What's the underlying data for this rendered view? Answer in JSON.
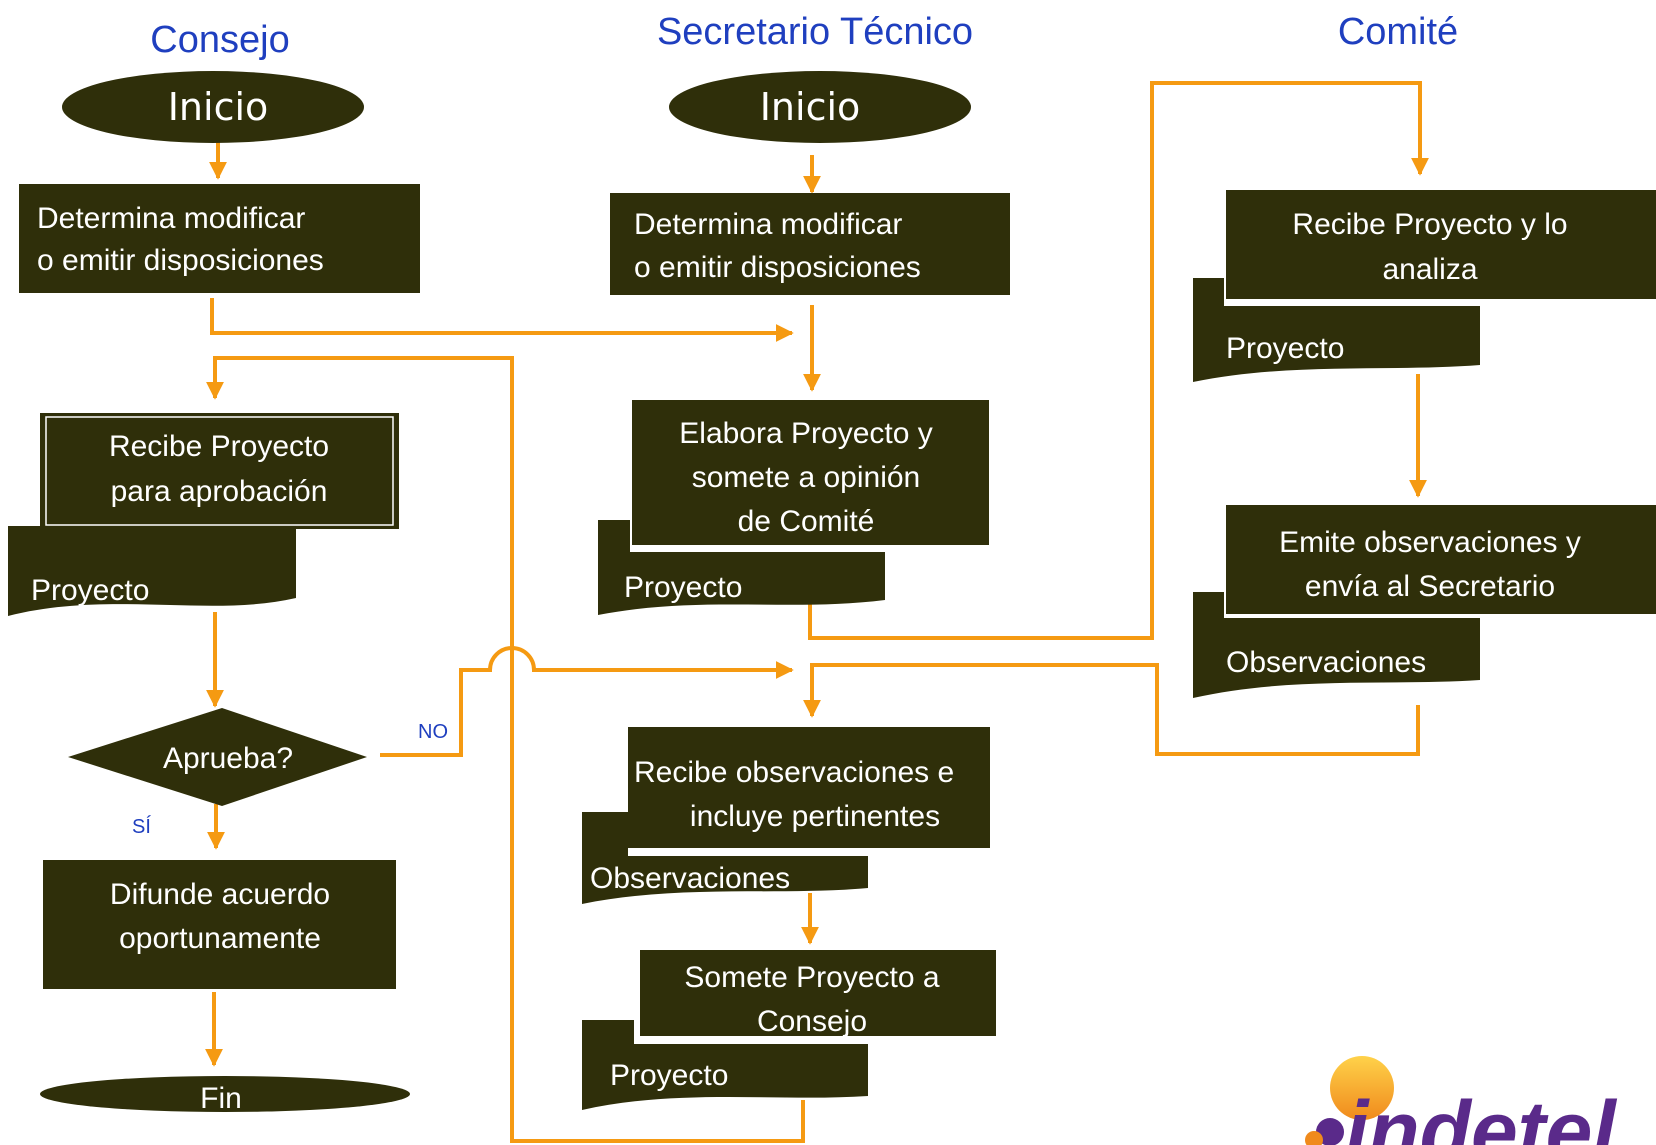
{
  "lanes": {
    "consejo": "Consejo",
    "secretario": "Secretario Técnico",
    "comite": "Comité"
  },
  "consejo": {
    "inicio": "Inicio",
    "determina_l1": "Determina modificar",
    "determina_l2": "o emitir disposiciones",
    "recibe_l1": "Recibe Proyecto",
    "recibe_l2": "para aprobación",
    "doc_proyecto": "Proyecto",
    "decision": "Aprueba?",
    "no_label": "NO",
    "si_label": "SÍ",
    "difunde_l1": "Difunde  acuerdo",
    "difunde_l2": "oportunamente",
    "fin": "Fin"
  },
  "secretario": {
    "inicio": "Inicio",
    "determina_l1": "Determina modificar",
    "determina_l2": "o emitir disposiciones",
    "elabora_l1": "Elabora Proyecto y",
    "elabora_l2": "somete a opinión",
    "elabora_l3": "de Comité",
    "doc_proyecto_1": "Proyecto",
    "recibe_obs_l1": "Recibe observaciones  e",
    "recibe_obs_l2": "incluye pertinentes",
    "doc_observaciones": "Observaciones",
    "somete_l1": "Somete Proyecto a",
    "somete_l2": "Consejo",
    "doc_proyecto_2": "Proyecto"
  },
  "comite": {
    "recibe_l1": "Recibe Proyecto y lo",
    "recibe_l2": "analiza",
    "doc_proyecto": "Proyecto",
    "emite_l1": "Emite observaciones y",
    "emite_l2": "envía al Secretario",
    "doc_observaciones": "Observaciones"
  },
  "logo": {
    "text": "indetel"
  },
  "colors": {
    "box": "#2f2f0a",
    "arrow": "#f59a12",
    "lane_title": "#1f3fbf",
    "logo_orange": "#f08a1c",
    "logo_purple": "#5a2a8a"
  }
}
